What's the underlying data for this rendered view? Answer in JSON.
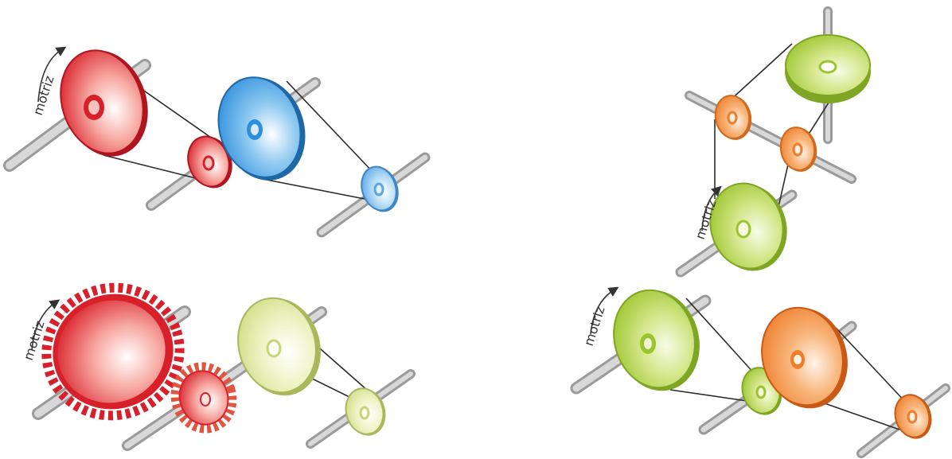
{
  "labels": {
    "driver_1": "motriz",
    "driver_2": "motriz",
    "driver_3": "motriz",
    "driver_4": "motriz"
  },
  "colors": {
    "red": "#d8202b",
    "blue": "#2f8fdc",
    "light_blue": "#5aa6e6",
    "yellow_green": "#d7e39a",
    "green": "#a6cd3a",
    "orange": "#f08a3c",
    "shaft": "#bdbdbd",
    "belt": "#2b2b2b"
  },
  "diagrams": [
    {
      "id": "compound-belt-red-blue",
      "driver_label_key": "labels.driver_1"
    },
    {
      "id": "vertical-belt-green-orange",
      "driver_label_key": "labels.driver_2"
    },
    {
      "id": "gear-and-belt-red-yellow",
      "driver_label_key": "labels.driver_3"
    },
    {
      "id": "compound-belt-green-orange",
      "driver_label_key": "labels.driver_4"
    }
  ]
}
